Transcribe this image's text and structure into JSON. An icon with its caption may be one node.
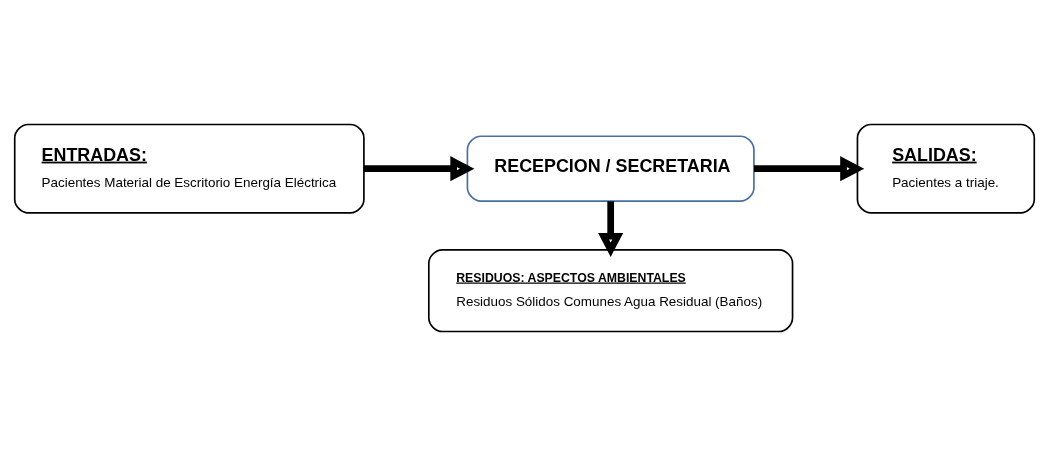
{
  "diagram": {
    "nodes": [
      {
        "text": [
          "ENTRADAS:",
          "Pacientes Material de Escritorio Energía Eléctrica"
        ]
      },
      {
        "text": [
          "RECEPCION / SECRETARIA"
        ]
      },
      {
        "text": [
          "SALIDAS:",
          "Pacientes a triaje."
        ]
      },
      {
        "text": [
          "RESIDUOS: ASPECTOS AMBIENTALES",
          "Residuos Sólidos Comunes Agua Residual (Baños)"
        ]
      }
    ],
    "edges": [
      {
        "from": 0,
        "to": 1,
        "arrow": "to"
      },
      {
        "from": 1,
        "to": 2,
        "arrow": "to"
      },
      {
        "from": 1,
        "to": 3,
        "arrow": "to"
      }
    ]
  }
}
